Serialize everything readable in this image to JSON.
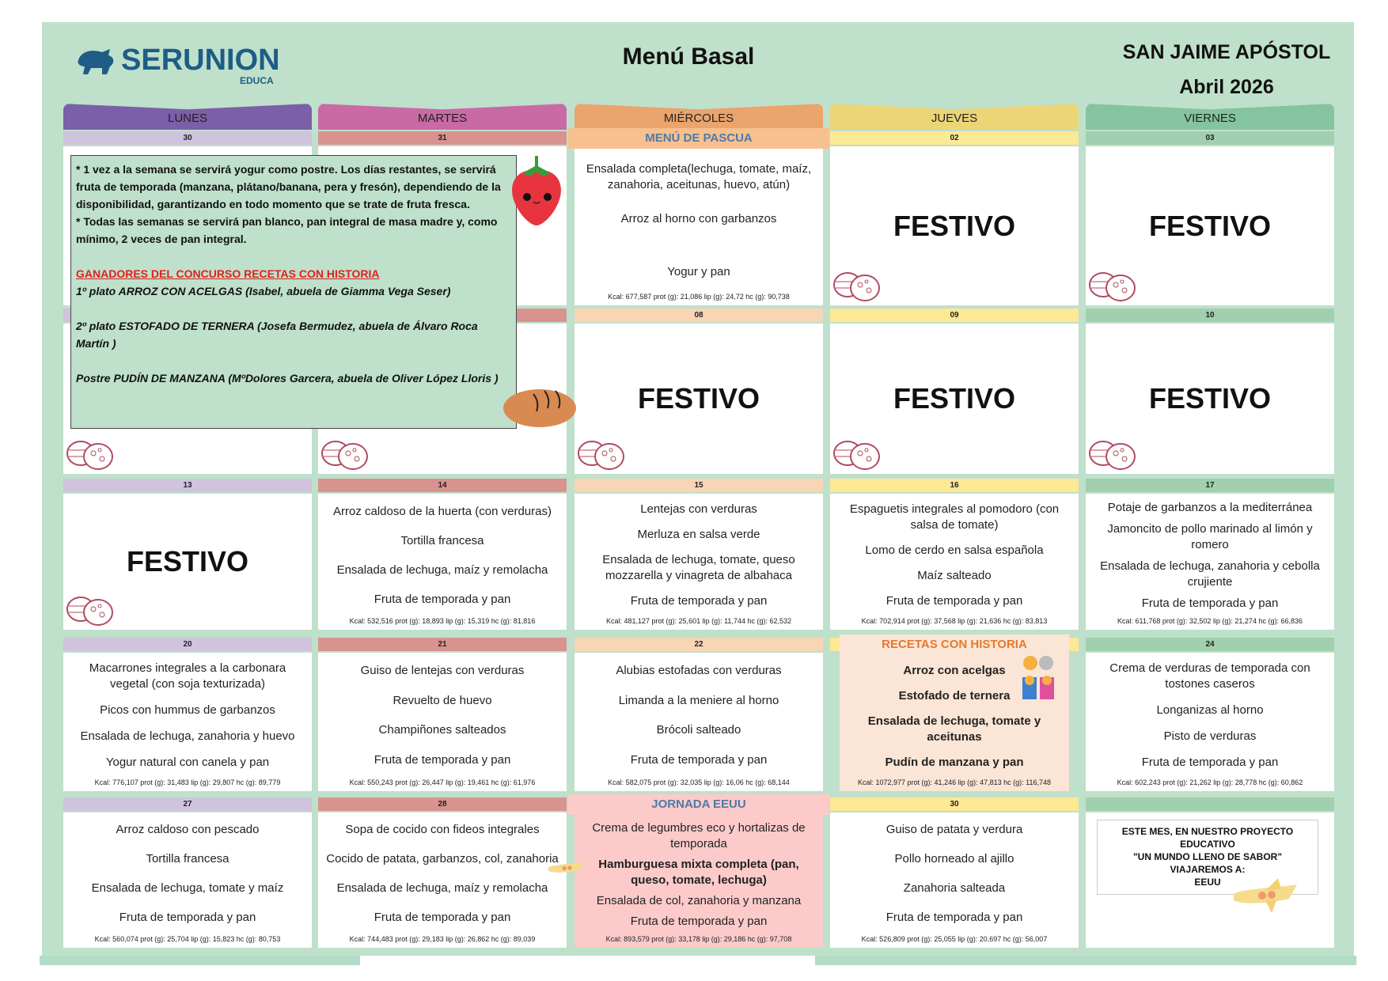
{
  "header": {
    "logo_text": "SERUNION",
    "logo_sub": "EDUCA",
    "title": "Menú Basal",
    "school": "SAN JAIME APÓSTOL",
    "month": "Abril 2026"
  },
  "days": [
    "LUNES",
    "MARTES",
    "MIÉRCOLES",
    "JUEVES",
    "VIERNES"
  ],
  "colors": {
    "background": "#bfe0cb",
    "tabs": [
      "#7b5fa8",
      "#c96aa6",
      "#eba46b",
      "#ecd576",
      "#84c49e"
    ],
    "strips": [
      "#cfc3de",
      "#d9938f",
      "#f8d5b5",
      "#fde894",
      "#a0d0ad"
    ]
  },
  "festivo_label": "FESTIVO",
  "weeks": [
    {
      "cells": [
        {
          "date": "30",
          "dishes": [],
          "kcal": ""
        },
        {
          "date": "31",
          "dishes": [],
          "kcal": ""
        },
        {
          "date": "",
          "special": "MENÚ DE PASCUA",
          "dishes": [
            "Ensalada completa(lechuga, tomate, maíz, zanahoria, aceitunas, huevo, atún)",
            "Arroz al horno con garbanzos",
            "",
            "Yogur  y pan"
          ],
          "kcal": "Kcal: 677,587 prot (g): 21,086 lip (g): 24,72 hc (g): 90,738"
        },
        {
          "date": "02",
          "festivo": true
        },
        {
          "date": "03",
          "festivo": true
        }
      ]
    },
    {
      "cells": [
        {
          "date": "",
          "dishes": [],
          "kcal": "",
          "egg": true
        },
        {
          "date": "",
          "dishes": [],
          "kcal": "",
          "egg": true
        },
        {
          "date": "08",
          "festivo": true
        },
        {
          "date": "09",
          "festivo": true
        },
        {
          "date": "10",
          "festivo": true
        }
      ]
    },
    {
      "cells": [
        {
          "date": "13",
          "festivo": true
        },
        {
          "date": "14",
          "dishes": [
            "Arroz caldoso de la huerta (con verduras)",
            "Tortilla francesa",
            "Ensalada de lechuga, maíz y remolacha",
            "Fruta de temporada y pan"
          ],
          "kcal": "Kcal: 532,516 prot (g): 18,893 lip (g): 15,319 hc (g): 81,816"
        },
        {
          "date": "15",
          "dishes": [
            "Lentejas con verduras",
            "Merluza en salsa verde",
            "Ensalada de lechuga, tomate, queso mozzarella y vinagreta de albahaca",
            "Fruta de temporada y pan"
          ],
          "kcal": "Kcal: 481,127 prot (g): 25,601 lip (g): 11,744 hc (g): 62,532"
        },
        {
          "date": "16",
          "dishes": [
            "Espaguetis integrales al pomodoro (con salsa de tomate)",
            "Lomo de cerdo en salsa española",
            "Maíz salteado",
            "Fruta de temporada y pan"
          ],
          "kcal": "Kcal: 702,914 prot (g): 37,568 lip (g): 21,636 hc (g): 83,813"
        },
        {
          "date": "17",
          "dishes": [
            "Potaje de garbanzos a la mediterránea",
            "Jamoncito de pollo marinado al limón y romero",
            "Ensalada de lechuga, zanahoria y cebolla crujiente",
            "Fruta de temporada y pan"
          ],
          "kcal": "Kcal: 611,768 prot (g): 32,502 lip (g): 21,274 hc (g): 66,836"
        }
      ]
    },
    {
      "cells": [
        {
          "date": "20",
          "dishes": [
            "Macarrones integrales a la carbonara vegetal (con soja texturizada)",
            "Picos con hummus de garbanzos",
            "Ensalada de lechuga, zanahoria y huevo",
            "Yogur natural con canela y pan"
          ],
          "kcal": "Kcal: 776,107 prot (g): 31,483 lip (g): 29,807 hc (g): 89,779"
        },
        {
          "date": "21",
          "dishes": [
            "Guiso de lentejas con verduras",
            "Revuelto de huevo",
            "Champiñones salteados",
            "Fruta de temporada y pan"
          ],
          "kcal": "Kcal: 550,243 prot (g): 26,447 lip (g): 19,461 hc (g): 61,976"
        },
        {
          "date": "22",
          "dishes": [
            "Alubias estofadas con verduras",
            "Limanda a la meniere al horno",
            "Brócoli salteado",
            "Fruta de temporada y pan"
          ],
          "kcal": "Kcal: 582,075 prot (g): 32,035 lip (g): 16,06 hc (g): 68,144"
        },
        {
          "date": "",
          "special": "RECETAS CON HISTORIA",
          "bold": true,
          "dishes": [
            "Arroz con acelgas",
            "Estofado de ternera",
            "Ensalada de lechuga, tomate y aceitunas",
            "Pudín de manzana y pan"
          ],
          "kcal": "Kcal: 1072,977 prot (g): 41,246 lip (g): 47,813 hc (g): 116,748"
        },
        {
          "date": "24",
          "dishes": [
            "Crema de verduras de temporada con tostones caseros",
            "Longanizas al horno",
            "Pisto de verduras",
            "Fruta de temporada y pan"
          ],
          "kcal": "Kcal: 602,243 prot (g): 21,262 lip (g): 28,778 hc (g): 60,862"
        }
      ]
    },
    {
      "cells": [
        {
          "date": "27",
          "dishes": [
            "Arroz caldoso con pescado",
            "Tortilla francesa",
            "Ensalada de lechuga, tomate y maíz",
            "Fruta de temporada y pan"
          ],
          "kcal": "Kcal: 560,074 prot (g): 25,704 lip (g): 15,823 hc (g): 80,753"
        },
        {
          "date": "28",
          "dishes": [
            "Sopa de cocido con fideos integrales",
            "Cocido de patata, garbanzos, col, zanahoria",
            "Ensalada de lechuga, maíz y remolacha",
            "Fruta de temporada y pan"
          ],
          "kcal": "Kcal: 744,483 prot (g): 29,183 lip (g): 26,862 hc (g): 89,039"
        },
        {
          "date": "",
          "special": "JORNADA EEUU",
          "dishes": [
            "Crema de legumbres eco y hortalizas de temporada",
            "Hamburguesa mixta completa (pan, queso, tomate, lechuga)",
            "Ensalada de col, zanahoria y manzana",
            "Fruta de temporada y pan"
          ],
          "boldIndex": 1,
          "kcal": "Kcal: 893,579 prot (g): 33,178 lip (g): 29,186 hc (g): 97,708"
        },
        {
          "date": "30",
          "dishes": [
            "Guiso de patata y verdura",
            "Pollo horneado al ajillo",
            "Zanahoria salteada",
            "Fruta de temporada y pan"
          ],
          "kcal": "Kcal: 526,809 prot (g): 25,055 lip (g): 20,697 hc (g): 56,007"
        },
        {
          "date": "",
          "project": true
        }
      ]
    }
  ],
  "note": {
    "p1": "* 1 vez a la semana se servirá yogur como postre. Los días restantes, se servirá fruta de temporada (manzana, plátano/banana, pera y fresón), dependiendo de la disponibilidad, garantizando en todo momento que se trate de fruta fresca.",
    "p2": "* Todas las semanas se servirá pan blanco, pan integral de masa madre y, como mínimo, 2 veces de pan integral.",
    "winners_title": "GANADORES DEL CONCURSO RECETAS CON HISTORIA",
    "w1": "1º plato ARROZ CON ACELGAS (Isabel, abuela de Giamma Vega Seser)",
    "w2": "2º plato ESTOFADO DE TERNERA (Josefa Bermudez, abuela de Álvaro Roca Martín )",
    "w3": "Postre PUDÍN DE MANZANA (MºDolores Garcera, abuela de Oliver López Lloris )"
  },
  "project": {
    "l1": "ESTE MES, EN NUESTRO PROYECTO EDUCATIVO",
    "l2": "\"UN MUNDO LLENO DE SABOR\"",
    "l3": "VIAJAREMOS A:",
    "l4": "EEUU"
  }
}
